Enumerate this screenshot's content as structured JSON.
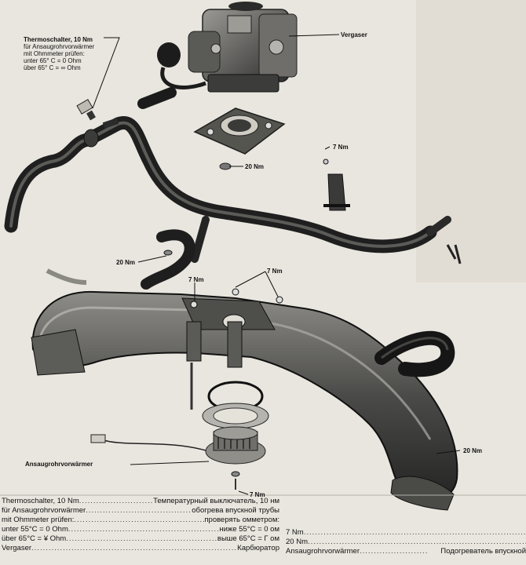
{
  "callouts": {
    "thermo_title": "Thermoschalter, 10 Nm",
    "thermo_line1": "für Ansaugrohrvorwärmer",
    "thermo_line2": "mit Ohmmeter prüfen:",
    "thermo_line3": "unter 65° C = 0 Ohm",
    "thermo_line4": "über 65° C = ∞ Ohm",
    "vergaser": "Vergaser",
    "nm7_upper": "7 Nm",
    "nm20_flange": "20 Nm",
    "nm20_left": "20 Nm",
    "nm7_manifold_a": "7 Nm",
    "nm7_manifold_b": "7 Nm",
    "ansaug": "Ansaugrohrvorwärmer",
    "nm20_right": "20 Nm",
    "nm7_bottom": "7 Nm"
  },
  "legend": {
    "left": [
      {
        "de": "Thermoschalter, 10 Nm",
        "ru": "Температурный выключатель, 10 нм"
      },
      {
        "de": "für Ansaugrohrvorwärmer",
        "ru": "обогрева впускной трубы"
      },
      {
        "de": "mit Ohmmeter prüfen:",
        "ru": "проверять омметром:"
      },
      {
        "de": "unter 55°C = 0 Ohm",
        "ru": "ниже 55°C = 0 ом"
      },
      {
        "de": "über 65°C = ¥ Ohm",
        "ru": "выше 65°C = Г ом"
      },
      {
        "de": "Vergaser",
        "ru": "Карбюратор"
      }
    ],
    "right": [
      {
        "de": "7 Nm",
        "ru": ""
      },
      {
        "de": "20 Nm",
        "ru": ""
      },
      {
        "de": "Ansaugrohrvorwärmer",
        "ru": "Подогреватель впускной"
      }
    ]
  },
  "colors": {
    "background": "#e9e6df",
    "part_dark": "#2b2b2b",
    "part_mid": "#6d6d6d",
    "part_light": "#a9a8a3"
  }
}
